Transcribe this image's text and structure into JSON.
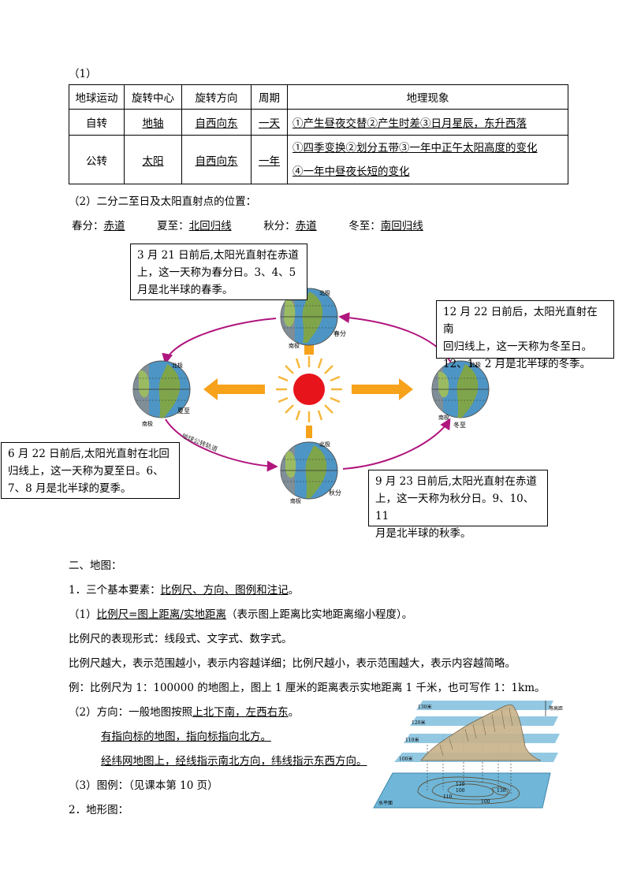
{
  "section1_marker": "（1）",
  "table": {
    "headers": [
      "地球运动",
      "旋转中心",
      "旋转方向",
      "周期",
      "地理现象"
    ],
    "rows": [
      {
        "motion": "自转",
        "center": "地轴",
        "direction": "自西向东",
        "period": "一天",
        "phenomena": [
          "①产生昼夜交替②产生时差③日月星辰，东升西落"
        ]
      },
      {
        "motion": "公转",
        "center": "太阳",
        "direction": "自西向东",
        "period": "一年",
        "phenomena": [
          "①四季变换②划分五带③一年中正午太阳高度的变化",
          "④一年中昼夜长短的变化"
        ]
      }
    ]
  },
  "section2_title": "（2）二分二至日及太阳直射点的位置：",
  "solstices": [
    {
      "label": "春分：",
      "value": "赤道"
    },
    {
      "label": "夏至：",
      "value": "北回归线"
    },
    {
      "label": "秋分：",
      "value": "赤道"
    },
    {
      "label": "冬至：",
      "value": "南回归线"
    }
  ],
  "diagram": {
    "callouts": {
      "spring": [
        "3 月 21 日前后,太阳光直射在赤道",
        "上，这一天称为春分日。3、4、5",
        "月是北半球的春季。"
      ],
      "winter": [
        "12 月 22 日前后，太阳光直射在南",
        "回归线上，这一天称为冬至日。",
        "12、1、2 月是北半球的冬季。"
      ],
      "summer": [
        "6 月 22 日前后,太阳光直射在北回",
        "归线上，这一天称为夏至日。6、",
        "7、8 月是北半球的夏季。"
      ],
      "autumn": [
        "9 月 23 日前后,太阳光直射在赤道",
        "上，这一天称为秋分日。9、10、11",
        "月是北半球的秋季。"
      ]
    },
    "globe_labels": {
      "north_pole": "北极",
      "south_pole": "南极",
      "spring": "春分",
      "summer": "夏至",
      "autumn": "秋分",
      "winter": "冬至"
    },
    "orbit_label": "地球公转轨道",
    "colors": {
      "sun": "#e8141b",
      "sun_rays": "#f6b73c",
      "arrow": "#f7a21b",
      "orbit": "#b0157e",
      "ocean": "#4d95c4",
      "land": "#7fa54a"
    }
  },
  "map_section": {
    "title": "二、地图：",
    "item1": {
      "prefix": "1．三个基本要素：",
      "value": "比例尺、方向、图例和注记",
      "suffix": "。"
    },
    "scale_line": {
      "prefix": "（1）",
      "value": "比例尺=图上距离/实地距离",
      "suffix": "（表示图上距离比实地距离缩小程度）。"
    },
    "scale_forms": "比例尺的表现形式：线段式、文字式、数字式。",
    "scale_rule": "比例尺越大，表示范围越小，表示内容越详细；比例尺越小，表示范围越大，表示内容越简略。",
    "scale_example": "例：比例尺为 1：100000 的地图上，图上 1 厘米的距离表示实地距离 1 千米，也可写作 1：1km。",
    "direction_line": {
      "prefix": "（2）方向：一般地图按照",
      "value": "上北下南，左西右东",
      "suffix": "。"
    },
    "direction_arrow": "有指向标的地图，指向标指向北方。",
    "direction_grid": "经纬网地图上，经线指示南北方向，纬线指示东西方向。",
    "legend_line": "（3）图例：（见课本第 10 页）",
    "item2": "2．地形图："
  },
  "contour_figure": {
    "layer_labels": [
      "130米",
      "120米",
      "110米",
      "100米"
    ],
    "contour_values": [
      "100",
      "110",
      "120",
      "130",
      "100"
    ],
    "side_label": "等高距",
    "base_label": "水平面",
    "colors": {
      "plane": "#6fb6d8",
      "terrain": "#c9b28a"
    }
  }
}
